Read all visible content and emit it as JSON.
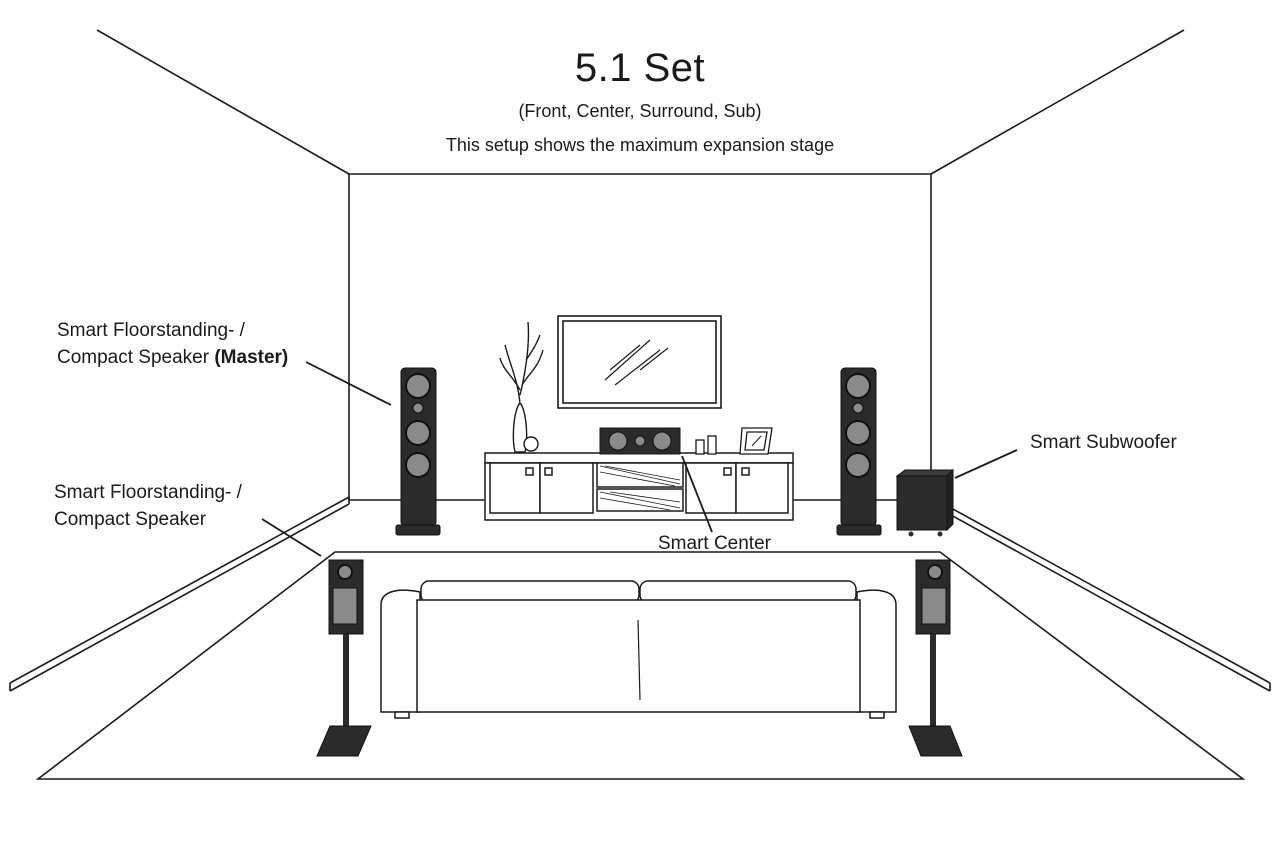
{
  "title": "5.1 Set",
  "subtitle": "(Front, Center, Surround, Sub)",
  "note": "This setup shows the maximum expansion stage",
  "labels": {
    "master_line1": "Smart Floorstanding- /",
    "master_line2": "Compact Speaker",
    "master_suffix": "(Master)",
    "front_line1": "Smart Floorstanding- /",
    "front_line2": "Compact Speaker",
    "center": "Smart Center",
    "subwoofer": "Smart Subwoofer"
  },
  "colors": {
    "line": "#1a1a1a",
    "speaker_body": "#2b2b2b",
    "driver": "#8a8a8a",
    "background": "#ffffff"
  }
}
